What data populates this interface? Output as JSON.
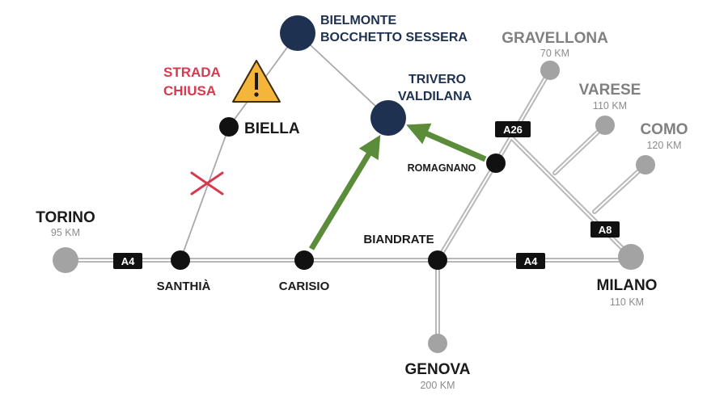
{
  "colors": {
    "navy": "#1e3150",
    "black": "#111111",
    "grey_node": "#a3a3a3",
    "green_arrow": "#5a8c3a",
    "red": "#d9394e",
    "warning_yellow": "#f4b53a"
  },
  "places": {
    "bielmonte": {
      "line1": "BIELMONTE",
      "line2": "BOCCHETTO SESSERA"
    },
    "trivero": {
      "line1": "TRIVERO",
      "line2": "VALDILANA"
    },
    "strada_chiusa": {
      "line1": "STRADA",
      "line2": "CHIUSA"
    },
    "biella": "BIELLA",
    "gravellona": {
      "name": "GRAVELLONA",
      "distance": "70 KM"
    },
    "varese": {
      "name": "VARESE",
      "distance": "110 KM"
    },
    "como": {
      "name": "COMO",
      "distance": "120 KM"
    },
    "romagnano": "ROMAGNANO",
    "torino": {
      "name": "TORINO",
      "distance": "95 KM"
    },
    "biandrate": "BIANDRATE",
    "santhia": "SANTHIÀ",
    "carisio": "CARISIO",
    "milano": {
      "name": "MILANO",
      "distance": "110 KM"
    },
    "genova": {
      "name": "GENOVA",
      "distance": "200 KM"
    }
  },
  "motorways": {
    "a4_west": "A4",
    "a4_east": "A4",
    "a26": "A26",
    "a8": "A8"
  },
  "icons": [
    "warning-icon",
    "closed-road-x-icon",
    "route-arrow-icon"
  ]
}
